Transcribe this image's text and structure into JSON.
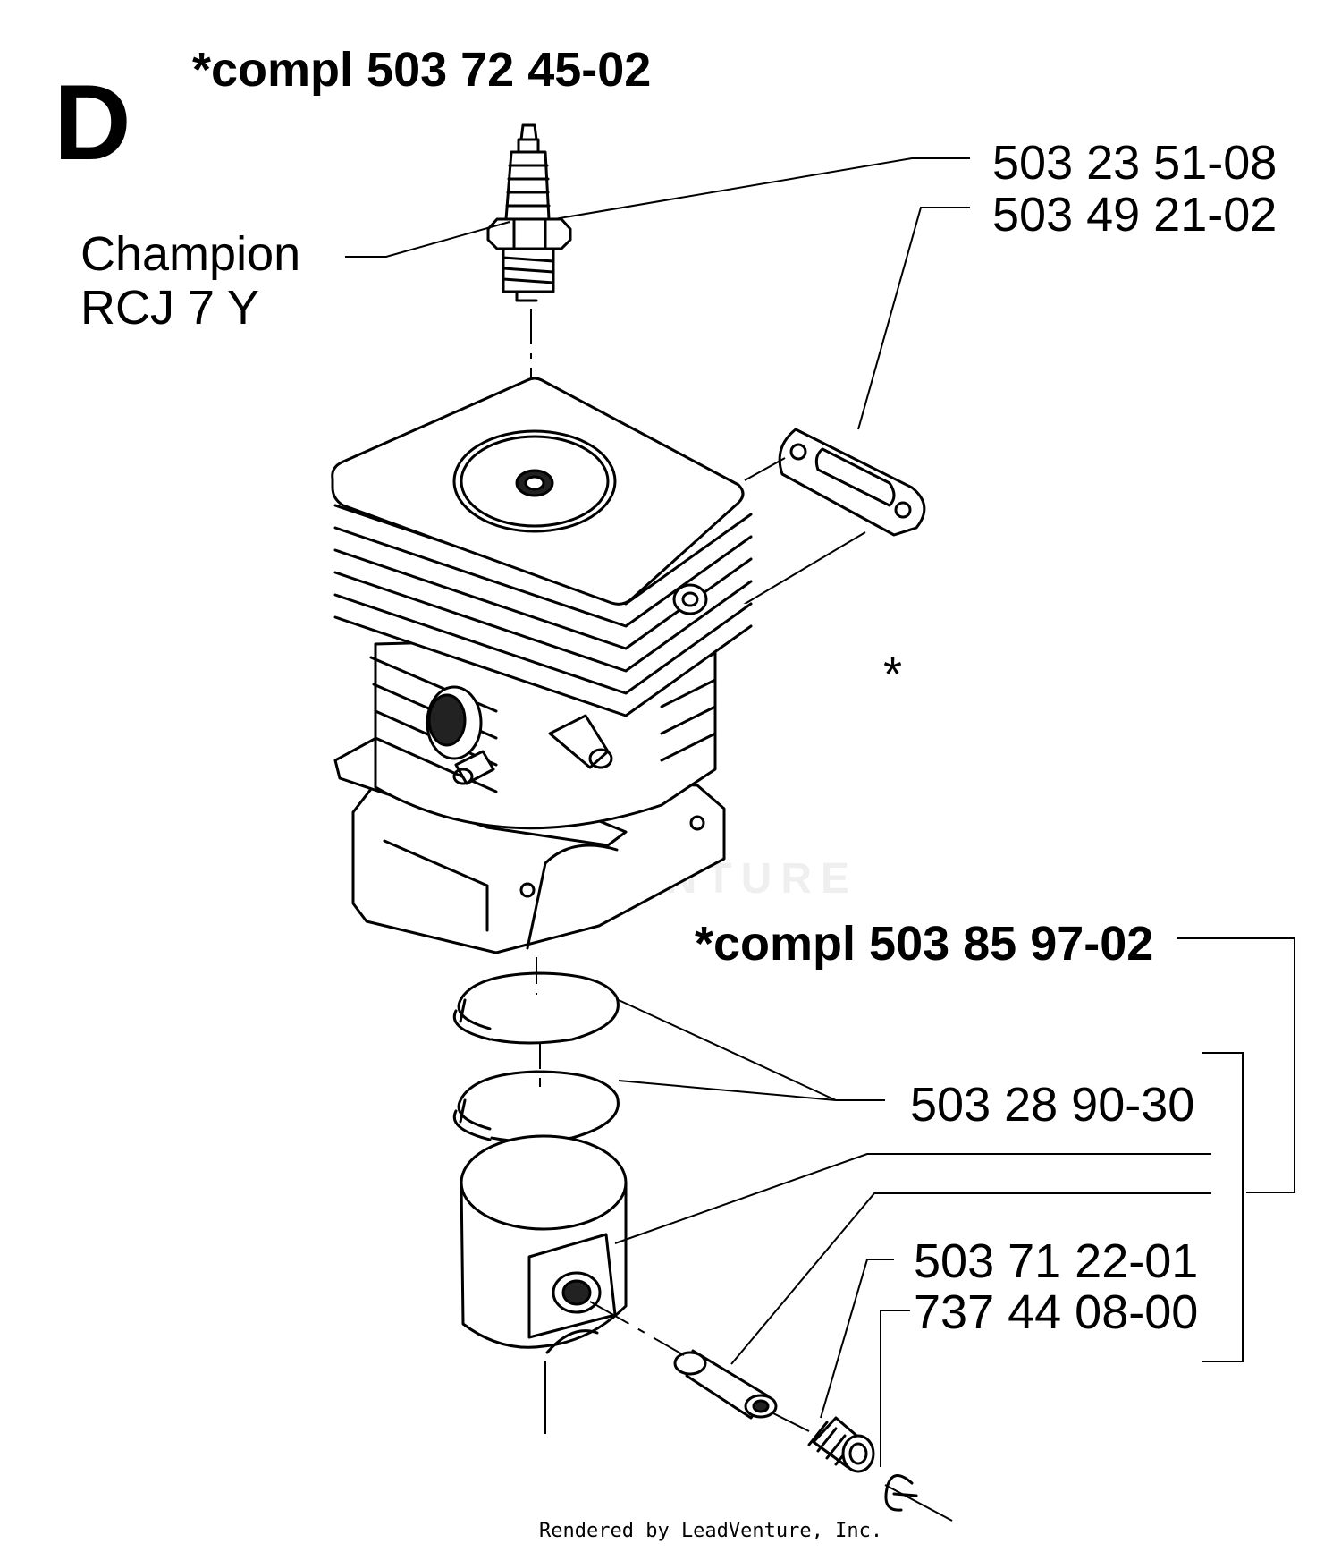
{
  "section_letter": "D",
  "kit_top": "*compl 503 72 45-02",
  "spark_plug": {
    "brand": "Champion",
    "model": "RCJ 7 Y",
    "part_no": "503 23 51-08"
  },
  "gasket_part_no": "503 49 21-02",
  "cylinder_marker": "*",
  "kit_piston": "*compl 503 85 97-02",
  "piston_rings_part_no": "503 28 90-30",
  "bearing_part_no": "503 71 22-01",
  "circlip_part_no": "737 44 08-00",
  "watermark": "LEADVENTURE",
  "footer": "Rendered by LeadVenture, Inc."
}
